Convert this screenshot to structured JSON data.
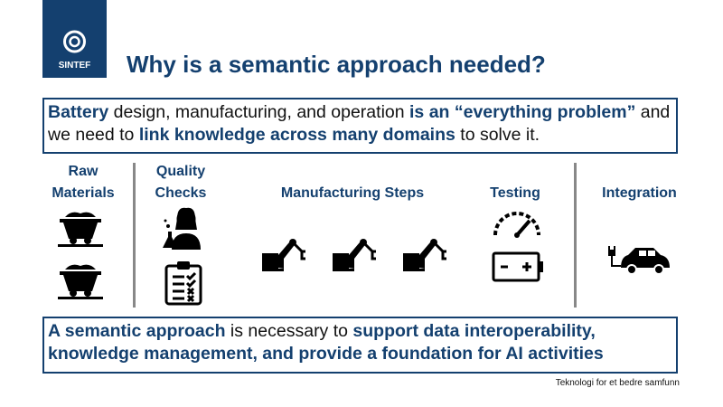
{
  "logo": {
    "text": "SINTEF"
  },
  "title": "Why is a semantic approach needed?",
  "box1": {
    "p1": "Battery",
    "p2": " design, manufacturing, and operation ",
    "p3": "is an “everything problem”",
    "p4": " and we need to ",
    "p5": "link knowledge across many domains",
    "p6": " to solve it."
  },
  "columns": {
    "raw_1": "Raw",
    "raw_2": "Materials",
    "quality_1": "Quality",
    "quality_2": "Checks",
    "manufacturing": "Manufacturing Steps",
    "testing": "Testing",
    "integration": "Integration"
  },
  "box2": {
    "p1": "A semantic approach",
    "p2": " is necessary to ",
    "p3": "support data interoperability, knowledge management, and provide a foundation for AI activities"
  },
  "footer": "Teknologi for et bedre samfunn"
}
